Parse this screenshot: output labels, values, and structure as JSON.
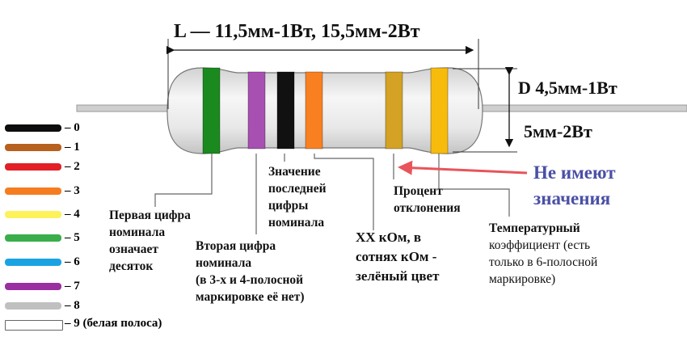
{
  "length_label": "L — 11,5мм-1Вт, 15,5мм-2Вт",
  "diameter_label_1": "D 4,5мм-1Вт",
  "diameter_label_2": "5мм-2Вт",
  "no_meaning": [
    "Не имеют",
    "значения"
  ],
  "annotations": {
    "first_digit": [
      "Первая цифра",
      "номинала",
      "означает",
      "десяток"
    ],
    "second_digit": [
      "Вторая цифра",
      "номинала",
      "(в 3-х и 4-полосной",
      "маркировке её нет)"
    ],
    "last_digit": [
      "Значение",
      "последней",
      "цифры",
      "номинала"
    ],
    "multiplier": [
      "XX кОм, в",
      "сотнях кОм -",
      "зелёный цвет"
    ],
    "tolerance": [
      "Процент",
      "отклонения"
    ],
    "temp_coeff": [
      "Температурный",
      "коэффициент (есть",
      "только в 6-полосной",
      "маркировке)"
    ]
  },
  "legend": [
    {
      "label": "– 0",
      "color": "#0d0d0d"
    },
    {
      "label": "– 1",
      "color": "#b8601e"
    },
    {
      "label": "– 2",
      "color": "#e21f26"
    },
    {
      "label": "– 3",
      "color": "#f57d20"
    },
    {
      "label": "– 4",
      "color": "#fdf25a"
    },
    {
      "label": "– 5",
      "color": "#3aae4a"
    },
    {
      "label": "– 6",
      "color": "#1aa3e3"
    },
    {
      "label": "– 7",
      "color": "#9a2fa0"
    },
    {
      "label": "– 8",
      "color": "#c0c0c0"
    },
    {
      "label": "– 9 (белая полоса)",
      "color": "#ffffff"
    }
  ],
  "bands": [
    "#1a8a1e",
    "#a84fb2",
    "#111111",
    "#f98020",
    "#d4a224",
    "#f7bb0b"
  ],
  "arrow_color": "#e8545a"
}
